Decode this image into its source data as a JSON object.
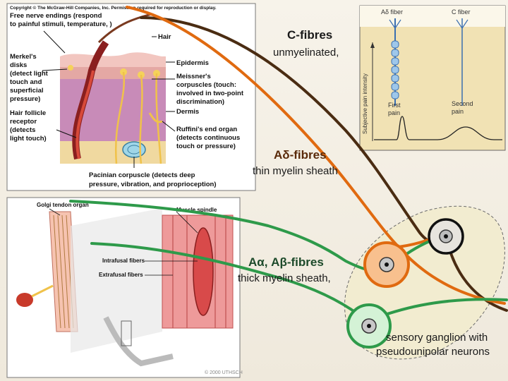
{
  "skin_figure": {
    "copyright": "Copyright © The McGraw-Hill Companies, Inc. Permission required for reproduction or display.",
    "labels": {
      "free_nerve": [
        "Free nerve endings (respond",
        "to painful stimuli, temperature, )"
      ],
      "hair": "Hair",
      "merkel": [
        "Merkel's",
        "disks",
        "(detect light",
        "touch and",
        "superficial",
        "pressure)"
      ],
      "epidermis": "Epidermis",
      "meissner": [
        "Meissner's",
        "corpuscles (touch:",
        "involved in two-point",
        "discrimination)"
      ],
      "dermis": "Dermis",
      "hair_follicle": [
        "Hair follicle",
        "receptor",
        "(detects",
        "light touch)"
      ],
      "ruffini": [
        "Ruffini's end organ",
        "(detects continuous",
        "touch or pressure)"
      ],
      "pacinian": [
        "Pacinian corpuscle (detects deep",
        "pressure, vibration, and proprioception)"
      ]
    }
  },
  "pain_figure": {
    "col1": "Aδ fiber",
    "col2": "C fiber",
    "y_label": "Subjective pain intensity",
    "first_pain": [
      "First",
      "pain"
    ],
    "second_pain": [
      "Second",
      "pain"
    ]
  },
  "muscle_figure": {
    "golgi": "Golgi tendon organ",
    "spindle": "Muscle spindle",
    "intrafusal": "Intrafusal fibers",
    "extrafusal": "Extrafusal fibers",
    "credit": "© 2000 UTHSCH"
  },
  "labels": {
    "c_fibres": "C-fibres",
    "c_desc": "unmyelinated,",
    "ad_fibres": "Aδ-fibres",
    "ad_desc": "thin myelin sheath",
    "aab_fibres": "Aα, Aβ-fibres",
    "aab_desc": "thick myelin sheath,",
    "ganglion_1": "sensory ganglion with",
    "ganglion_2": "pseudounipolar neurons"
  },
  "colors": {
    "c_fibre": "#4a2c12",
    "ad_fibre": "#e06a10",
    "aab_fibre": "#2e9a4a",
    "ganglion_fill": "#f2ecd0",
    "orange_soma": "#f8c08e",
    "green_soma": "#d4f2d6"
  }
}
